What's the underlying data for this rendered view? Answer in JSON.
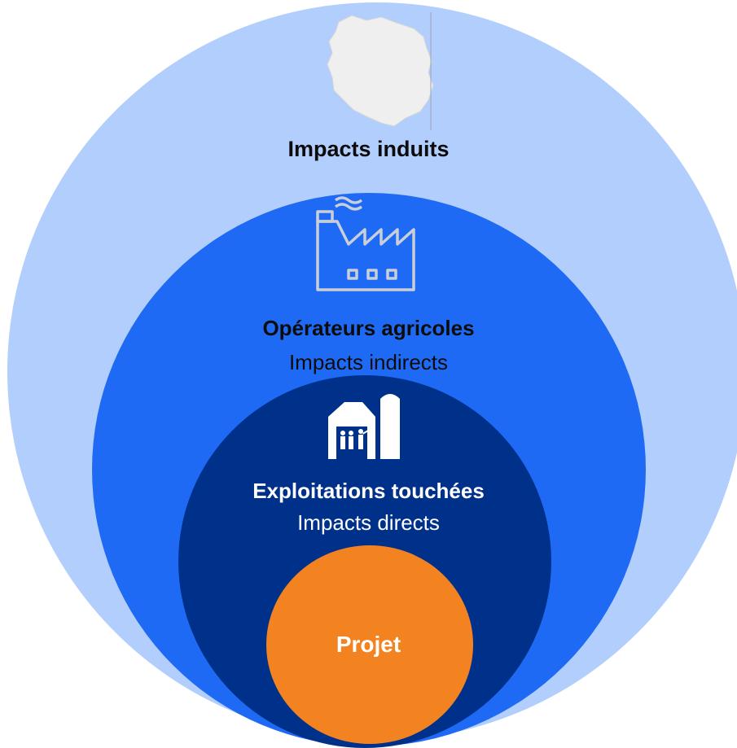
{
  "colors": {
    "outer": "#b2cefc",
    "middle": "#1f6af4",
    "inner": "#00318a",
    "core": "#f38321",
    "dark_text": "#0c0c0c",
    "light_text": "#ffffff",
    "map_fill": "#efefef"
  },
  "rings": {
    "outer": {
      "title": "Impacts induits",
      "icon": "region-map-icon"
    },
    "middle": {
      "title": "Opérateurs agricoles",
      "subtitle": "Impacts indirects",
      "icon": "factory-icon"
    },
    "inner": {
      "title": "Exploitations touchées",
      "subtitle": "Impacts directs",
      "icon": "farm-barn-icon"
    },
    "core": {
      "title": "Projet"
    }
  }
}
